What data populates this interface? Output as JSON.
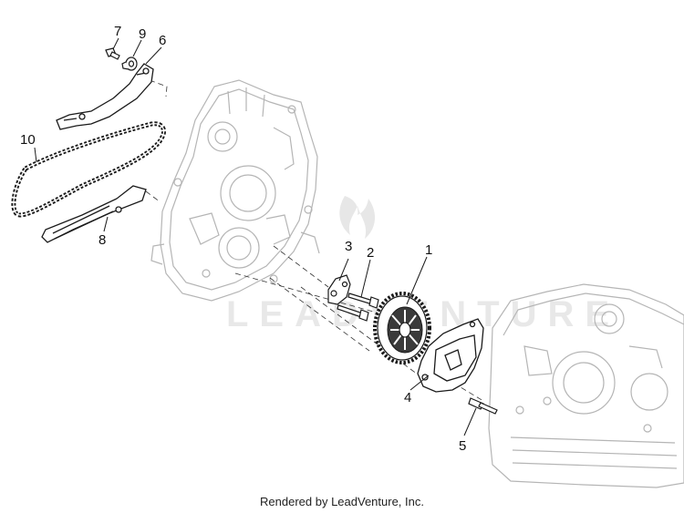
{
  "callouts": {
    "c1": "1",
    "c2": "2",
    "c3": "3",
    "c4": "4",
    "c5": "5",
    "c6": "6",
    "c7": "7",
    "c8": "8",
    "c9": "9",
    "c10": "10"
  },
  "watermark": "LEADVENTURE",
  "footer": {
    "credit": "Rendered by LeadVenture, Inc."
  },
  "colors": {
    "line": "#2a2a2a",
    "faint": "#b9b9b9",
    "dark": "#1a1a1a",
    "watermark": "#e6e6e6"
  }
}
